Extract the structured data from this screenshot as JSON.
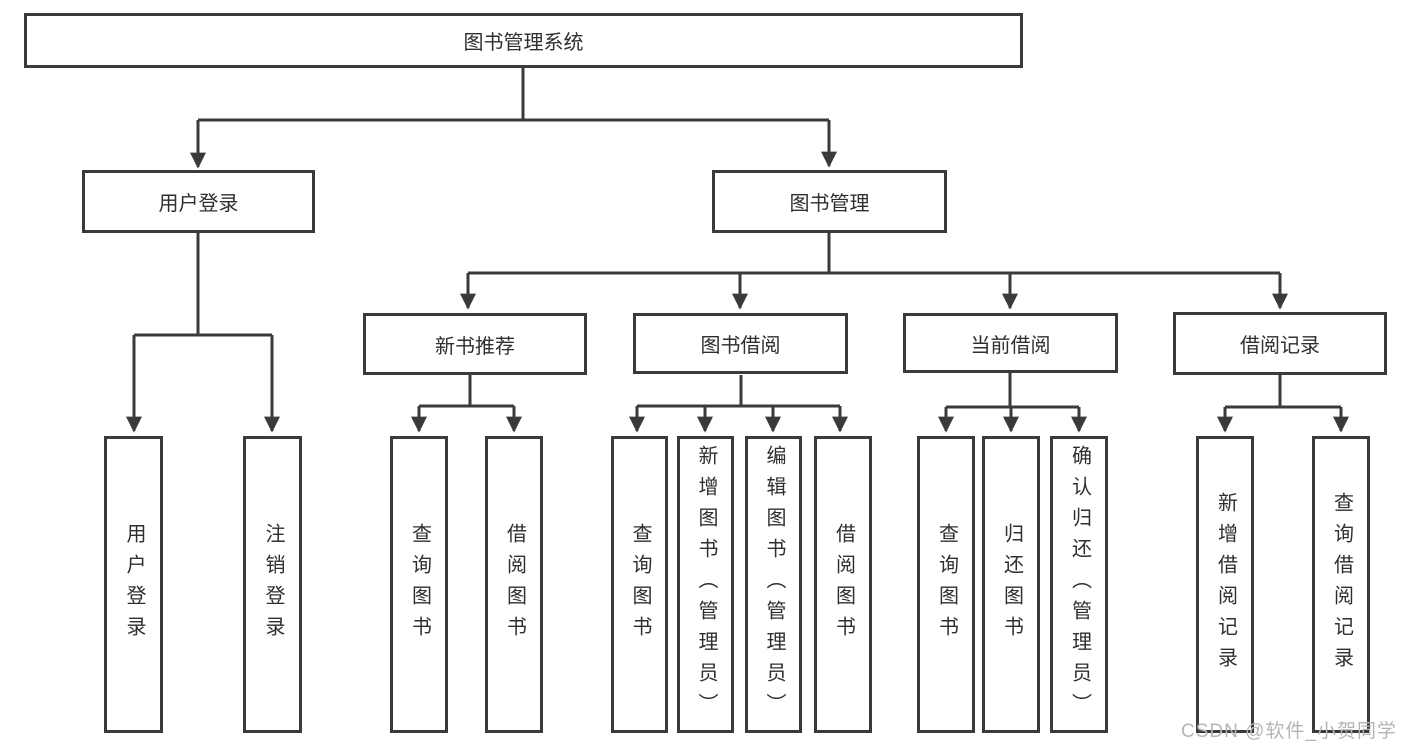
{
  "diagram": {
    "root": {
      "label": "图书管理系统"
    },
    "level2": [
      {
        "label": "用户登录"
      },
      {
        "label": "图书管理"
      }
    ],
    "level3": [
      {
        "label": "新书推荐"
      },
      {
        "label": "图书借阅"
      },
      {
        "label": "当前借阅"
      },
      {
        "label": "借阅记录"
      }
    ],
    "leaves": {
      "user": [
        "用户登录",
        "注销登录"
      ],
      "new_books": [
        "查询图书",
        "借阅图书"
      ],
      "book_borrow": [
        "查询图书",
        "新增图书（管理员）",
        "编辑图书（管理员）",
        "借阅图书"
      ],
      "current_borrow": [
        "查询图书",
        "归还图书",
        "确认归还（管理员）"
      ],
      "borrow_records": [
        "新增借阅记录",
        "查询借阅记录"
      ]
    },
    "watermark": "CSDN @软件_小贺同学",
    "colors": {
      "line": "#3a3a3a",
      "text": "#2f2f2f",
      "watermark": "#b5b5b5",
      "background": "#ffffff"
    }
  }
}
